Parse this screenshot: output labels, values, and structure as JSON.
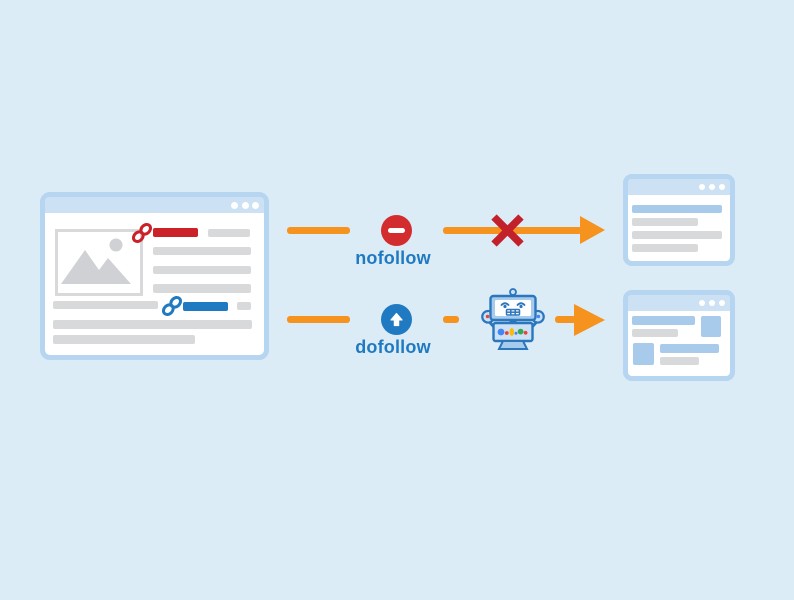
{
  "diagram": {
    "title": "nofollow vs dofollow link flow",
    "labels": {
      "nofollow": "nofollow",
      "dofollow": "dofollow"
    },
    "colors": {
      "background": "#dcecf7",
      "window_border": "#b5d5f0",
      "window_header": "#cde1f4",
      "placeholder_gray": "#d8d9db",
      "placeholder_blue": "#a8cbeb",
      "link_red": "#cb2128",
      "link_blue": "#1f7ac2",
      "orange_arrow": "#f6921e",
      "no_entry_red": "#d32c2e",
      "cross_red": "#c2202b",
      "label_blue": "#1f7ac2",
      "robot_outline_blue": "#2a77bd",
      "googlebot_blue": "#4285f4",
      "googlebot_red": "#ea4335",
      "googlebot_yellow": "#fbbc05",
      "googlebot_green": "#34a853"
    },
    "icons": {
      "nofollow_badge": "no-entry-icon",
      "dofollow_badge": "arrow-up-circle-icon",
      "blocked_mark": "cross-icon",
      "crawler": "googlebot-icon",
      "source_links": "chain-link-icon",
      "window_controls": "window-control-dots",
      "image_placeholder": "picture-icon",
      "flow": "arrow-right-icon"
    }
  }
}
